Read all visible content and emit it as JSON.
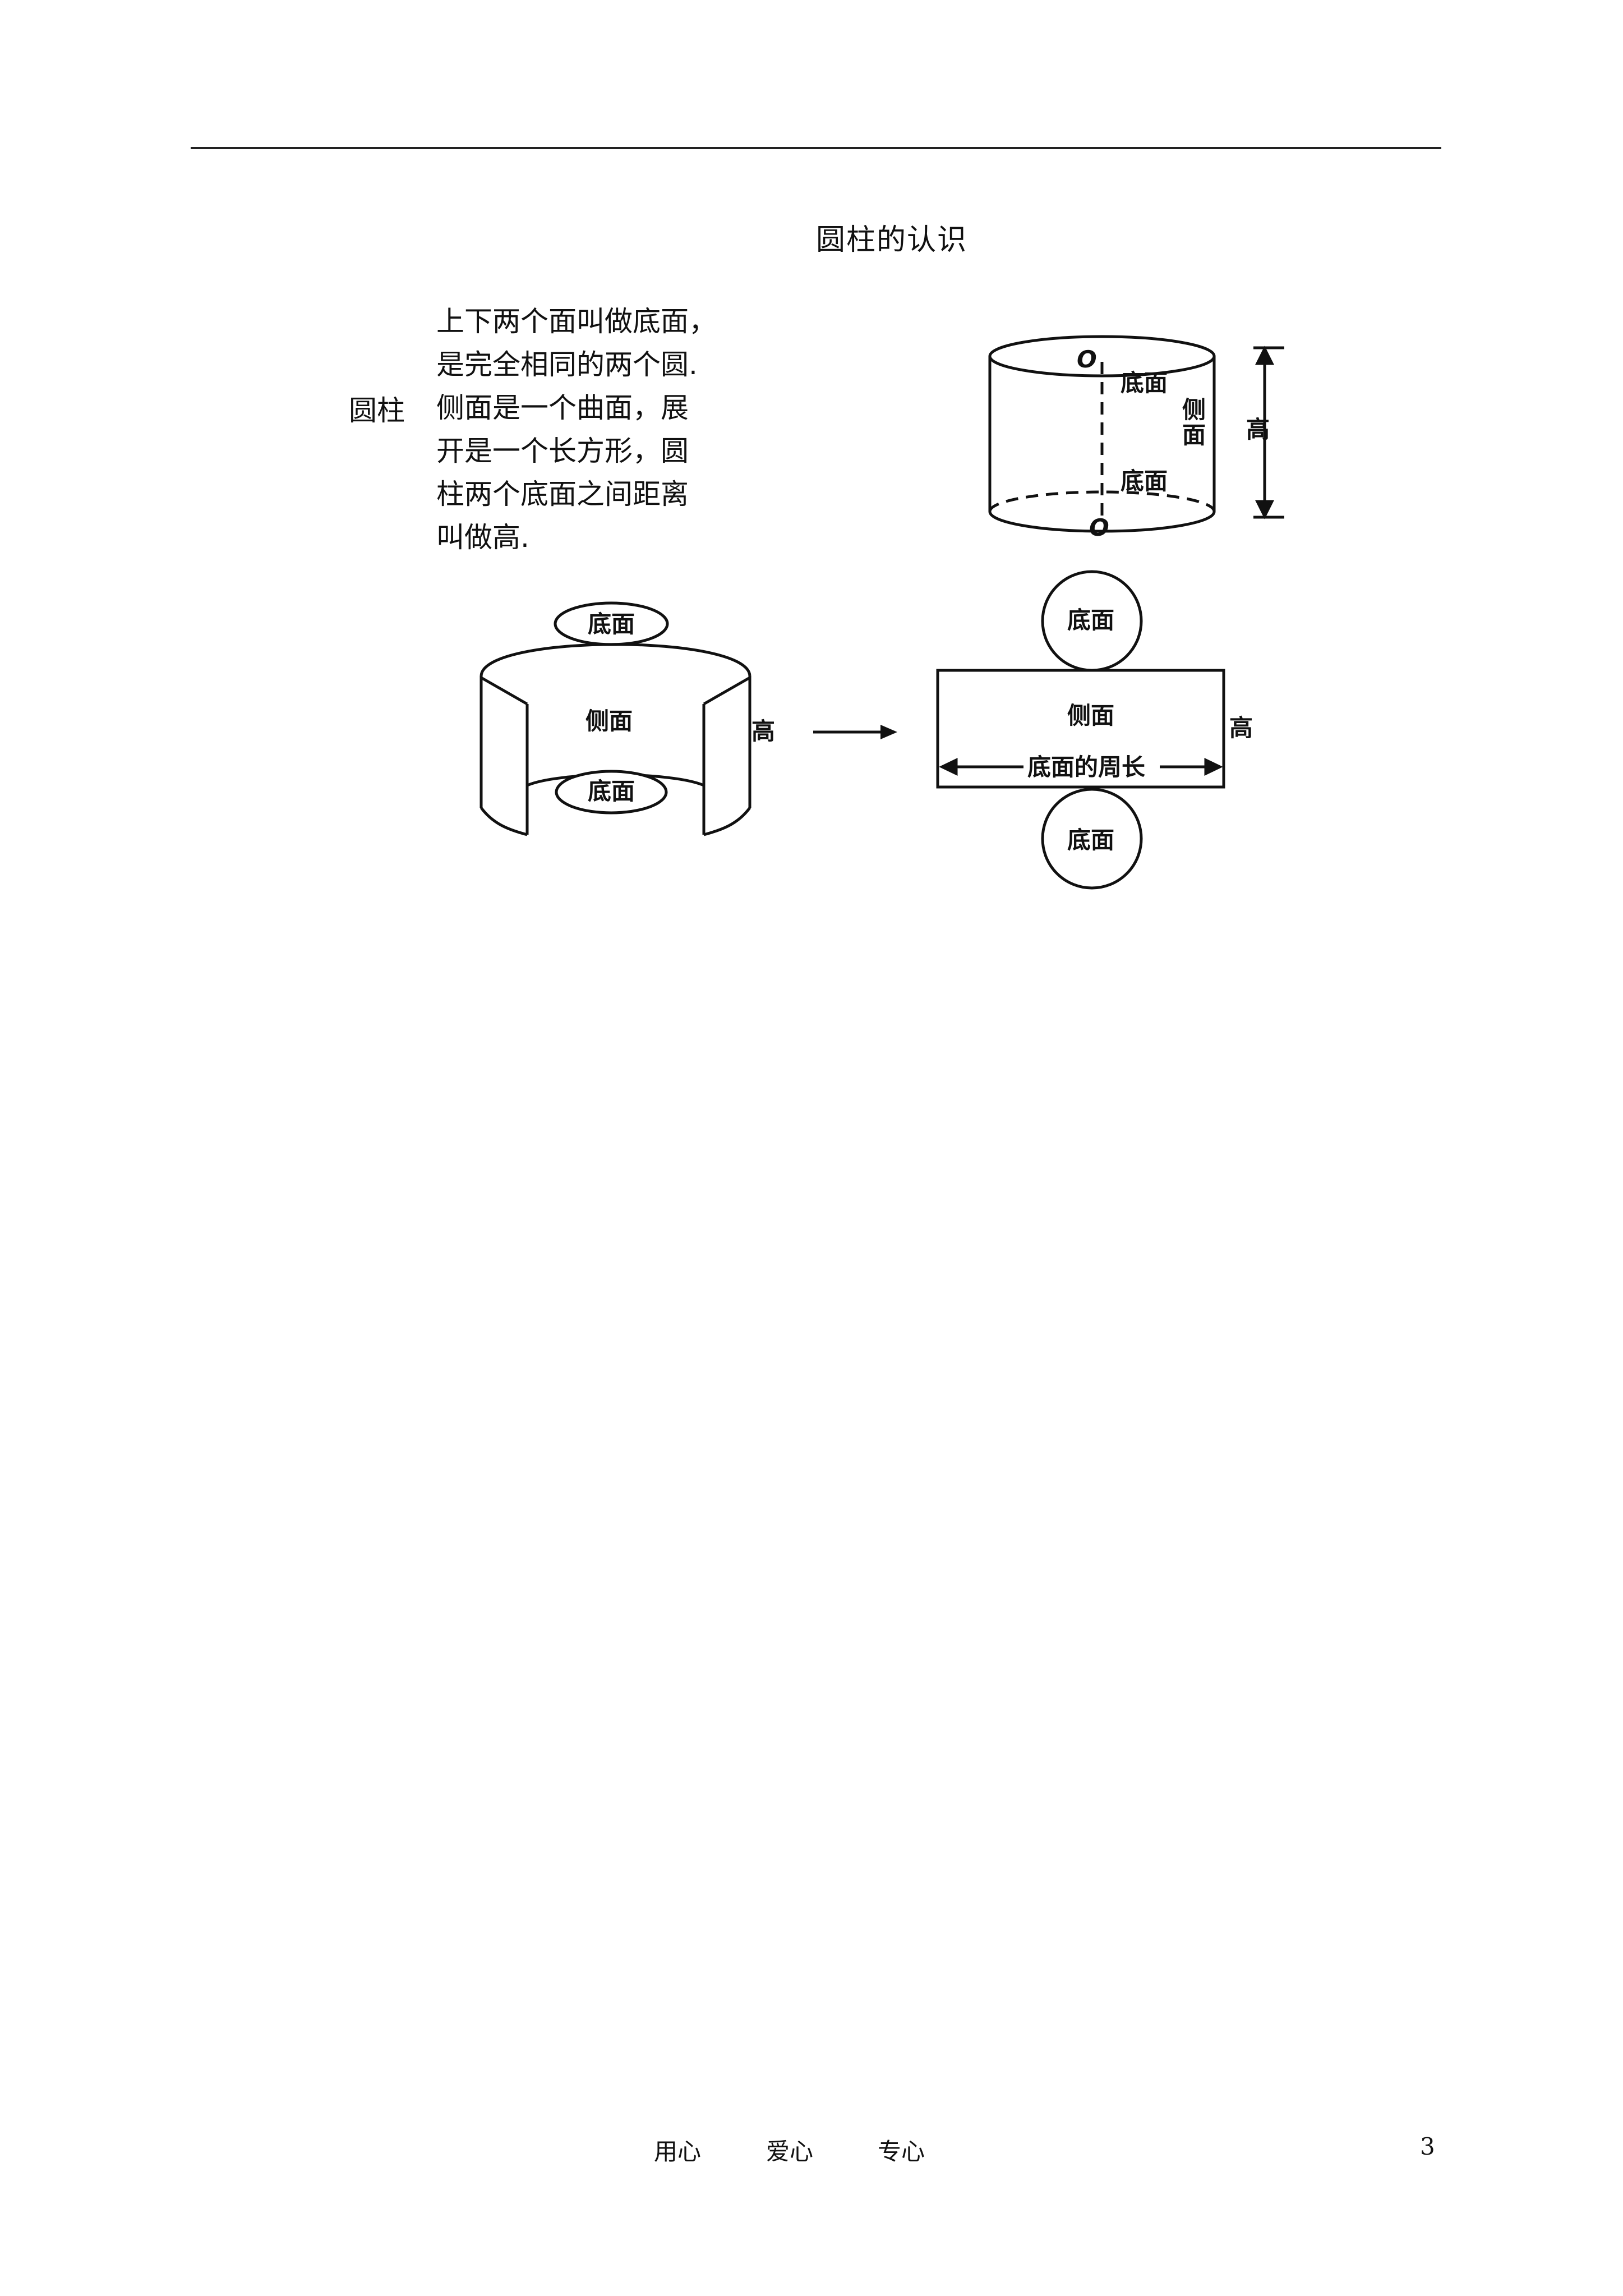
{
  "page": {
    "title": "圆柱的认识",
    "term": "圆柱",
    "definition_lines": [
      "上下两个面叫做底面，",
      "是完全相同的两个圆.",
      "侧面是一个曲面，展",
      "开是一个长方形，圆",
      "柱两个底面之间距离",
      "叫做高."
    ]
  },
  "figure": {
    "center_label": "O",
    "base_label": "底面",
    "side_label": "侧面",
    "side_label_vertical": [
      "侧",
      "面"
    ],
    "height_label": "高",
    "perimeter_label": "底面的周长"
  },
  "footer": {
    "motto": [
      "用心",
      "爱心",
      "专心"
    ],
    "page_number": "3"
  }
}
